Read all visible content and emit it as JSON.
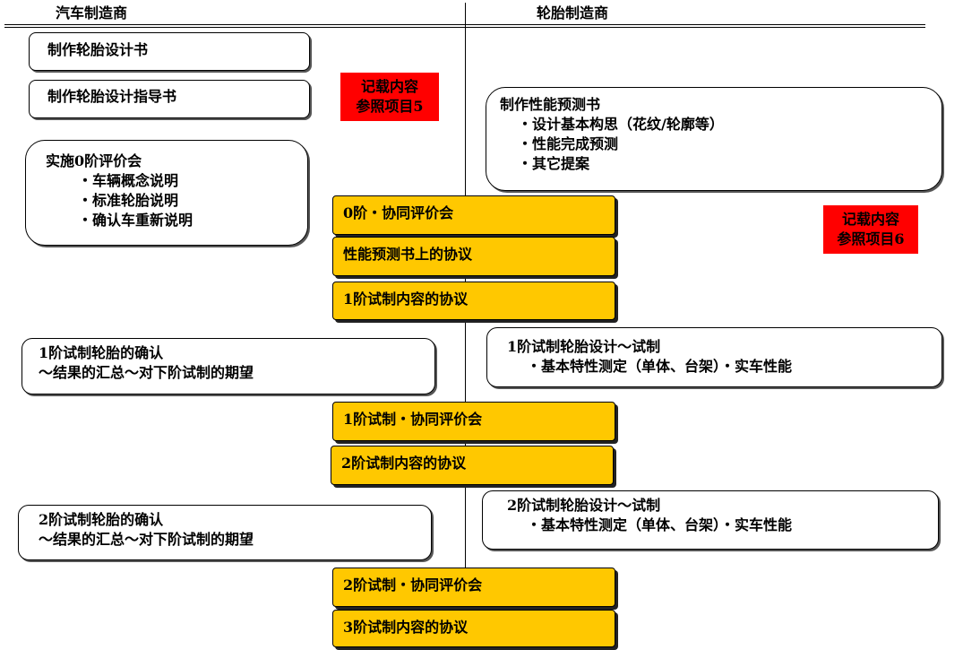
{
  "headers": {
    "left": "汽车制造商",
    "right": "轮胎制造商"
  },
  "left": {
    "design_book": "制作轮胎设计书",
    "design_guide": "制作轮胎设计指导书",
    "stage0_review": {
      "title": "实施0阶评价会",
      "items": [
        "车辆概念说明",
        "标准轮胎说明",
        "确认车重新说明"
      ]
    },
    "confirm1": {
      "line1": "1阶试制轮胎的确认",
      "line2": "～结果的汇总～对下阶试制的期望"
    },
    "confirm2": {
      "line1": "2阶试制轮胎的确认",
      "line2": "～结果的汇总～对下阶试制的期望"
    }
  },
  "right": {
    "forecast": {
      "title": "制作性能预测书",
      "items": [
        "设计基本构思（花纹/轮廓等）",
        "性能完成预测",
        "其它提案"
      ]
    },
    "trial1": {
      "title": "1阶试制轮胎设计～试制",
      "detail": "・基本特性测定（单体、台架）・实车性能"
    },
    "trial2": {
      "title": "2阶试制轮胎设计～试制",
      "detail": "・基本特性测定（单体、台架）・实车性能"
    }
  },
  "notes": {
    "note5": {
      "line1": "记载内容",
      "line2": "参照项目5"
    },
    "note6": {
      "line1": "记载内容",
      "line2": "参照项目6"
    }
  },
  "joint": [
    "0阶・协同评价会",
    "性能预测书上的协议",
    "1阶试制内容的协议",
    "1阶试制・协同评价会",
    "2阶试制内容的协议",
    "2阶试制・协同评价会",
    "3阶试制内容的协议"
  ],
  "colors": {
    "joint_fill": "#ffc800",
    "note_fill": "#ff0000"
  }
}
